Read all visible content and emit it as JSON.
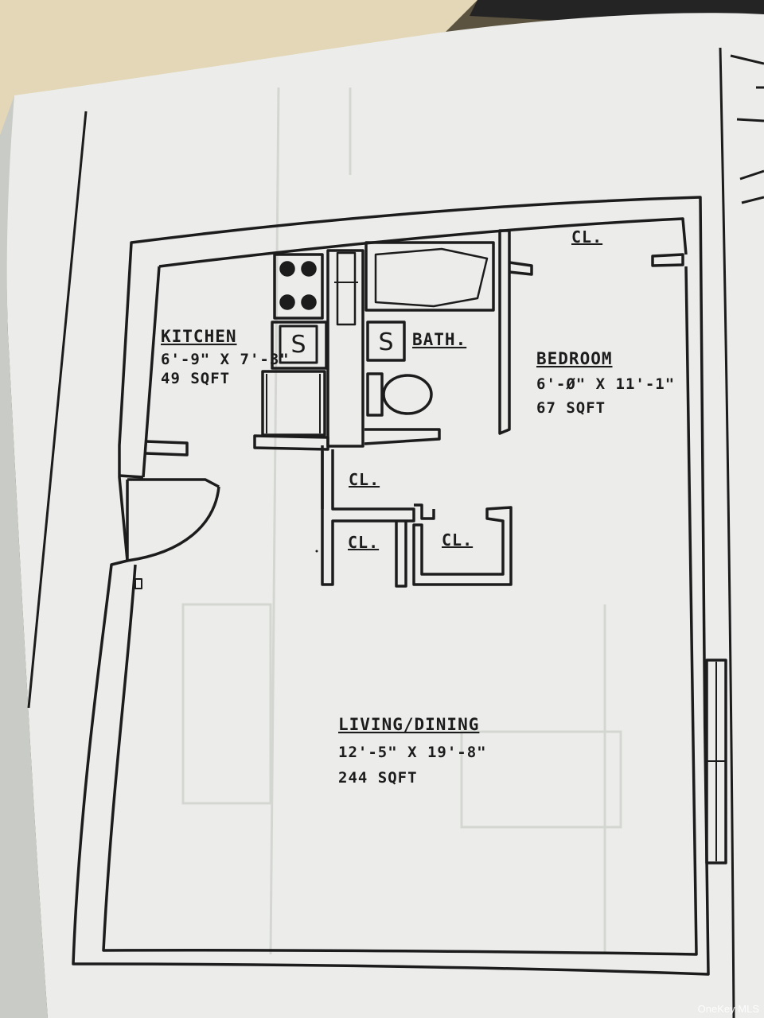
{
  "rooms": {
    "kitchen": {
      "name": "KITCHEN",
      "dims": "6'-9\" X 7'-3\"",
      "area": "49 SQFT"
    },
    "bath": {
      "name": "BATH."
    },
    "bedroom": {
      "name": "BEDROOM",
      "dims": "6'-Ø\" X 11'-1\"",
      "area": "67 SQFT"
    },
    "living": {
      "name": "LIVING/DINING",
      "dims": "12'-5\" X 19'-8\"",
      "area": "244 SQFT"
    }
  },
  "closets": [
    "CL.",
    "CL.",
    "CL.",
    "CL."
  ],
  "fixtures": {
    "sink_symbol": "S"
  },
  "watermark": "OneKey MLS",
  "colors": {
    "paper": "#ecedeb",
    "line": "#1c1c1c",
    "background": "#5b5340"
  }
}
